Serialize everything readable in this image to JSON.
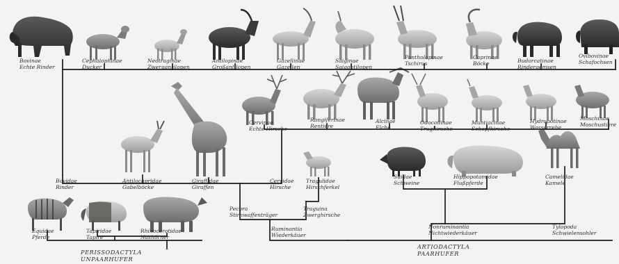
{
  "taxa": {
    "bovinae": [
      "Bovinae",
      "Echte Rinder"
    ],
    "cephalophinae": [
      "Cephalophinae",
      "Ducker"
    ],
    "neotraginae": [
      "Neotraginae",
      "Zwergantilopen"
    ],
    "antilopinae": [
      "Antilopinae",
      "Großantilopen"
    ],
    "gazellinae": [
      "Gazellinae",
      "Gazellen"
    ],
    "saiginae": [
      "Saiginae",
      "Saigantilopen"
    ],
    "pantholopinae": [
      "Pantholopinae",
      "Tschirus"
    ],
    "caprinae": [
      "Caprinae",
      "Böcke"
    ],
    "budorcatinae": [
      "Budorcatinae",
      "Rindergemsen"
    ],
    "ovibovinae": [
      "Ovibovinae",
      "Schafochsen"
    ],
    "cervinae": [
      "Cervinae",
      "Echte Hirsche"
    ],
    "rangiferinae": [
      "Rangiferinae",
      "Rentiere"
    ],
    "alcinae": [
      "Alcinae",
      "Elche"
    ],
    "odocoilinae": [
      "Odocoilinae",
      "Trughirsche"
    ],
    "muntiacinae": [
      "Muntiacinae",
      "Schopfhirsche"
    ],
    "hydropotinae": [
      "Hydropotinae",
      "Wasserrehe"
    ],
    "moschinae": [
      "Moschinae",
      "Moschustiere"
    ],
    "bovidae": [
      "Bovidae",
      "Rinder"
    ],
    "antilocapridae": [
      "Antilocapridae",
      "Gabelböcke"
    ],
    "giraffidae": [
      "Giraffidae",
      "Giraffen"
    ],
    "cervidae": [
      "Cervidae",
      "Hirsche"
    ],
    "tragulidae": [
      "Tragulidae",
      "Hirschferkel"
    ],
    "suidae": [
      "Suidae",
      "Schweine"
    ],
    "hippopotamidae": [
      "Hippopotamidae",
      "Flußpferde"
    ],
    "camelidae": [
      "Camelidae",
      "Kamele"
    ],
    "pecora": [
      "Pecora",
      "Stirnwaffenträger"
    ],
    "traguina": [
      "Traguina",
      "Zwerghirsche"
    ],
    "ruminantia": [
      "Ruminantia",
      "Wiederkäuer"
    ],
    "nonruminantia": [
      "Nonruminantia",
      "Nichtwiederkäuer"
    ],
    "tylopoda": [
      "Tylopoda",
      "Schwielensohler"
    ],
    "equidae": [
      "Equidae",
      "Pferde"
    ],
    "tapiridae": [
      "Tapiridae",
      "Tapire"
    ],
    "rhinocerotidae": [
      "Rhinocerotidae",
      "Nashörner"
    ],
    "perissodactyla": [
      "PERISSODACTYLA",
      "UNPAARHUFER"
    ],
    "artiodactyla": [
      "ARTIODACTYLA",
      "PAARHUFER"
    ]
  },
  "colors": {
    "line": "#1a1a1a",
    "animal_dark": "#3d3d3d",
    "animal_mid": "#8a8a8a",
    "animal_light": "#c4c4c2",
    "background": "#f3f3f1"
  },
  "animal_icons": [
    "bison",
    "duiker",
    "dik-dik",
    "sable-antelope",
    "gazelle",
    "saiga",
    "chiru",
    "ibex",
    "takin",
    "musk-ox",
    "red-deer",
    "reindeer",
    "moose",
    "white-tailed-deer",
    "muntjac",
    "water-deer",
    "musk-deer",
    "giraffe",
    "pronghorn",
    "chevrotain",
    "wild-boar",
    "hippopotamus",
    "camel",
    "zebra",
    "tapir",
    "rhinoceros"
  ]
}
